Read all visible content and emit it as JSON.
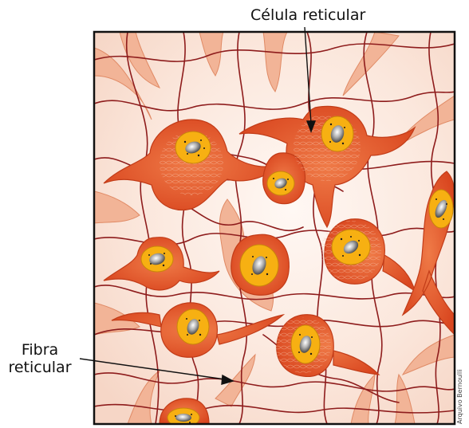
{
  "labels": {
    "cell": "Célula  reticular",
    "fiber_line1": "Fibra",
    "fiber_line2": "reticular",
    "credit": "Arquivo Bernoulli"
  },
  "colors": {
    "background": "#fbeee6",
    "frame": "#111111",
    "cell_fill": "#e2592d",
    "cell_edge": "#c23c18",
    "cell_light": "#f3a27e",
    "nucleus_ring": "#f7b012",
    "nucleus_body": "#b8b8b8",
    "fiber": "#8e1c1c"
  }
}
